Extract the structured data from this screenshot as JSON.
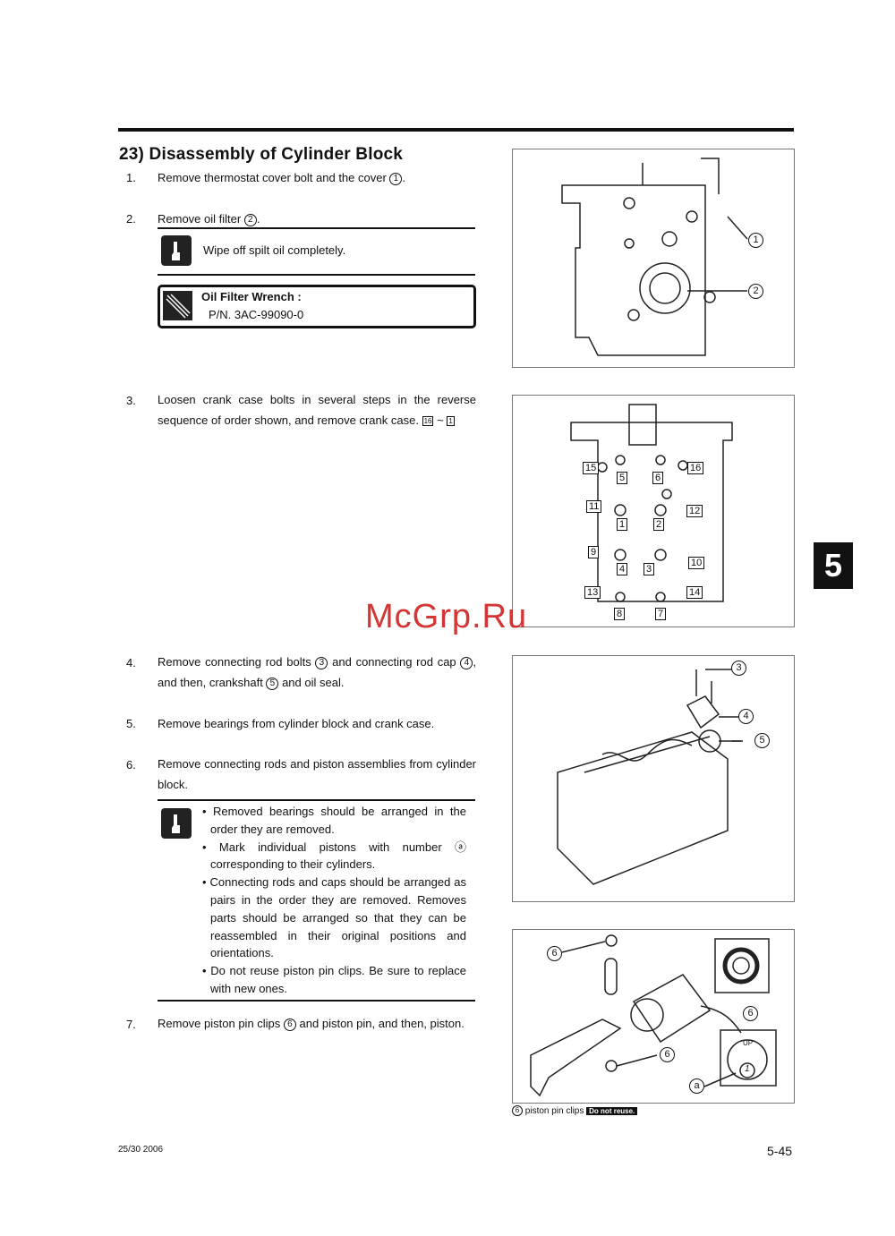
{
  "section": {
    "title": "23) Disassembly of Cylinder Block"
  },
  "steps": [
    {
      "num": "1.",
      "text": "Remove thermostat cover bolt and the cover",
      "ref": "1"
    },
    {
      "num": "2.",
      "text": "Remove oil filter",
      "ref": "2"
    },
    {
      "num": "3.",
      "text": "Loosen crank case bolts in several steps in the reverse sequence of order shown, and remove crank case.",
      "ref_from": "16",
      "tilde": "~",
      "ref_to": "1"
    },
    {
      "num": "4.",
      "text_a": "Remove connecting rod bolts",
      "ref_a": "3",
      "text_b": "and connecting rod cap",
      "ref_b": "4",
      "text_c": ", and then, crankshaft",
      "ref_c": "5",
      "text_d": "and oil seal."
    },
    {
      "num": "5.",
      "text": "Remove bearings from cylinder block and crank case."
    },
    {
      "num": "6.",
      "text": "Remove connecting rods and piston assemblies from cylinder block."
    },
    {
      "num": "7.",
      "text_a": "Remove piston pin clips",
      "ref_a": "6",
      "text_b": "and piston pin, and then, piston."
    }
  ],
  "note1": "Wipe off spilt oil completely.",
  "tool": {
    "name": "Oil Filter Wrench :",
    "pn": "P/N. 3AC-99090-0"
  },
  "note2": [
    "Removed bearings should be arranged in the order they are removed.",
    "Mark individual pistons with number ⓐ corresponding to their cylinders.",
    "Connecting rods and caps should be arranged as pairs in the order they are removed. Removes parts should be arranged so that they can be reassembled in their original positions and orientations.",
    "Do not reuse piston pin clips. Be sure to replace with new ones."
  ],
  "fig1": {
    "labels": [
      "1",
      "2"
    ]
  },
  "fig2": {
    "labels": [
      "15",
      "5",
      "6",
      "16",
      "11",
      "1",
      "2",
      "12",
      "9",
      "4",
      "3",
      "10",
      "13",
      "14",
      "8",
      "7"
    ]
  },
  "fig3": {
    "labels": [
      "3",
      "4",
      "5"
    ]
  },
  "fig4": {
    "labels": [
      "6",
      "6",
      "6",
      "a"
    ],
    "up": "UP",
    "num": "1"
  },
  "caption": {
    "ref": "6",
    "text": "piston pin clips",
    "badge": "Do not reuse."
  },
  "watermark": "McGrp.Ru",
  "chapter_tab": "5",
  "footer": {
    "left": "25/30  2006",
    "right": "5-45"
  }
}
